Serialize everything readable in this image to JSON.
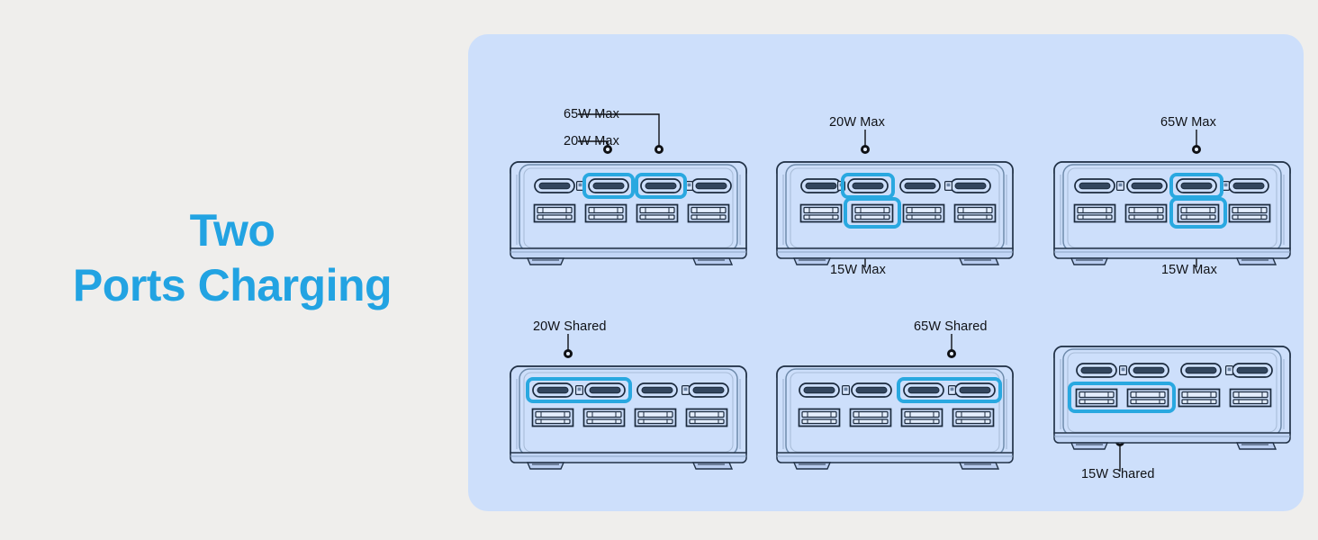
{
  "page": {
    "background_color": "#efeeec",
    "panel_color": "#cddffb",
    "accent_color": "#22a3e2",
    "highlight_color": "#29a8e0",
    "outline_color": "#1b2a3d"
  },
  "headline": {
    "line1": "Two",
    "line2": "Ports Charging"
  },
  "devices": [
    {
      "id": "device-1",
      "row": 0,
      "col": 0,
      "usb_c_ports": 4,
      "usb_a_ports": 4,
      "highlights": [
        {
          "type": "usb-c",
          "index": 1
        },
        {
          "type": "usb-c",
          "index": 2
        }
      ],
      "callouts": [
        {
          "label": "65W Max",
          "target": "usb-c-3",
          "position": "top"
        },
        {
          "label": "20W Max",
          "target": "usb-c-2",
          "position": "top"
        }
      ]
    },
    {
      "id": "device-2",
      "row": 0,
      "col": 1,
      "usb_c_ports": 4,
      "usb_a_ports": 4,
      "highlights": [
        {
          "type": "usb-c",
          "index": 1
        },
        {
          "type": "usb-a",
          "index": 1
        }
      ],
      "callouts": [
        {
          "label": "20W Max",
          "target": "usb-c-2",
          "position": "top"
        },
        {
          "label": "15W Max",
          "target": "usb-a-2",
          "position": "bottom"
        }
      ]
    },
    {
      "id": "device-3",
      "row": 0,
      "col": 2,
      "usb_c_ports": 4,
      "usb_a_ports": 4,
      "highlights": [
        {
          "type": "usb-c",
          "index": 2
        },
        {
          "type": "usb-a",
          "index": 2
        }
      ],
      "callouts": [
        {
          "label": "65W Max",
          "target": "usb-c-3",
          "position": "top"
        },
        {
          "label": "15W Max",
          "target": "usb-a-3",
          "position": "bottom"
        }
      ]
    },
    {
      "id": "device-4",
      "row": 1,
      "col": 0,
      "usb_c_ports": 4,
      "usb_a_ports": 4,
      "highlights": [
        {
          "type": "usb-c",
          "index": 0,
          "span": 2
        }
      ],
      "callouts": [
        {
          "label": "20W Shared",
          "target": "usb-c-1-2",
          "position": "top"
        }
      ]
    },
    {
      "id": "device-5",
      "row": 1,
      "col": 1,
      "usb_c_ports": 4,
      "usb_a_ports": 4,
      "highlights": [
        {
          "type": "usb-c",
          "index": 2,
          "span": 2
        }
      ],
      "callouts": [
        {
          "label": "65W Shared",
          "target": "usb-c-3-4",
          "position": "top"
        }
      ]
    },
    {
      "id": "device-6",
      "row": 1,
      "col": 2,
      "usb_c_ports": 4,
      "usb_a_ports": 4,
      "highlights": [
        {
          "type": "usb-a",
          "index": 0,
          "span": 2
        }
      ],
      "callouts": [
        {
          "label": "15W Shared",
          "target": "usb-a-1-2",
          "position": "bottom"
        }
      ]
    }
  ],
  "callout_labels": {
    "d1_65w": "65W Max",
    "d1_20w": "20W Max",
    "d2_20w": "20W Max",
    "d2_15w": "15W Max",
    "d3_65w": "65W Max",
    "d3_15w": "15W Max",
    "d4_20w": "20W Shared",
    "d5_65w": "65W Shared",
    "d6_15w": "15W Shared"
  }
}
